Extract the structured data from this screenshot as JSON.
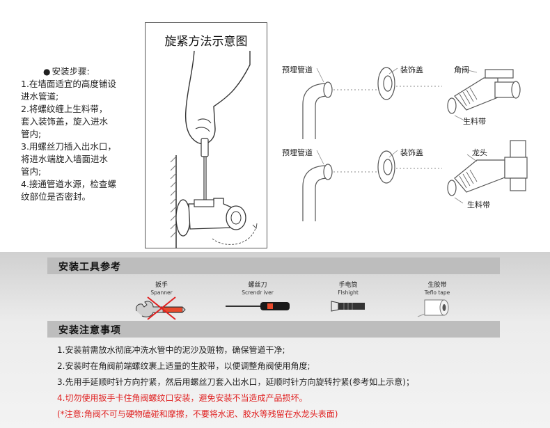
{
  "title": "旋紧方法示意图",
  "steps": {
    "heading": "安装步骤:",
    "lines": [
      "1.在墙面适宜的高度铺设",
      "进水管道;",
      "2.将螺纹缠上生料带，",
      "套入装饰盖，旋入进水",
      "管内;",
      "3.用螺丝刀插入出水口，",
      "将进水端旋入墙面进水",
      "管内;",
      "4.接通管道水源，检查螺",
      "纹部位是否密封。"
    ]
  },
  "diagram": {
    "row1": {
      "pipe": "预埋管道",
      "cover": "装饰盖",
      "valve": "角阀",
      "tape": "生料带"
    },
    "row2": {
      "pipe": "预埋管道",
      "cover": "装饰盖",
      "valve": "龙头",
      "tape": "生料带"
    }
  },
  "tools_section": {
    "title": "安装工具参考",
    "tools": [
      {
        "cn": "扳手",
        "en": "Spanner",
        "icon": "spanner-icon",
        "crossed": true
      },
      {
        "cn": "螺丝刀",
        "en": "Screndr iver",
        "icon": "screwdriver-icon",
        "crossed": false
      },
      {
        "cn": "手电筒",
        "en": "Flshight",
        "icon": "flashlight-icon",
        "crossed": false
      },
      {
        "cn": "生胶带",
        "en": "Teflo tape",
        "icon": "teflon-tape-icon",
        "crossed": false
      }
    ]
  },
  "notes_section": {
    "title": "安装注意事项",
    "items": [
      "1.安装前需放水彻底冲洗水管中的泥沙及赃物，确保管道干净;",
      "2.安装时在角阀前端螺纹裹上适量的生胶带，以便调整角阀使用角度;",
      "3.先用手延顺时针方向拧紧，然后用螺丝刀套入出水口，延顺时针方向旋转拧紧(参考如上示意)；",
      "4.切勿使用扳手卡住角阀螺纹口安装，避免安装不当造成产品损坏。",
      "(*注意:角阀不可与硬物磕碰和摩擦，不要将水泥、胶水等残留在水龙头表面)"
    ]
  },
  "colors": {
    "warning": "#e02020",
    "section_bar": "#bdbdbd"
  }
}
